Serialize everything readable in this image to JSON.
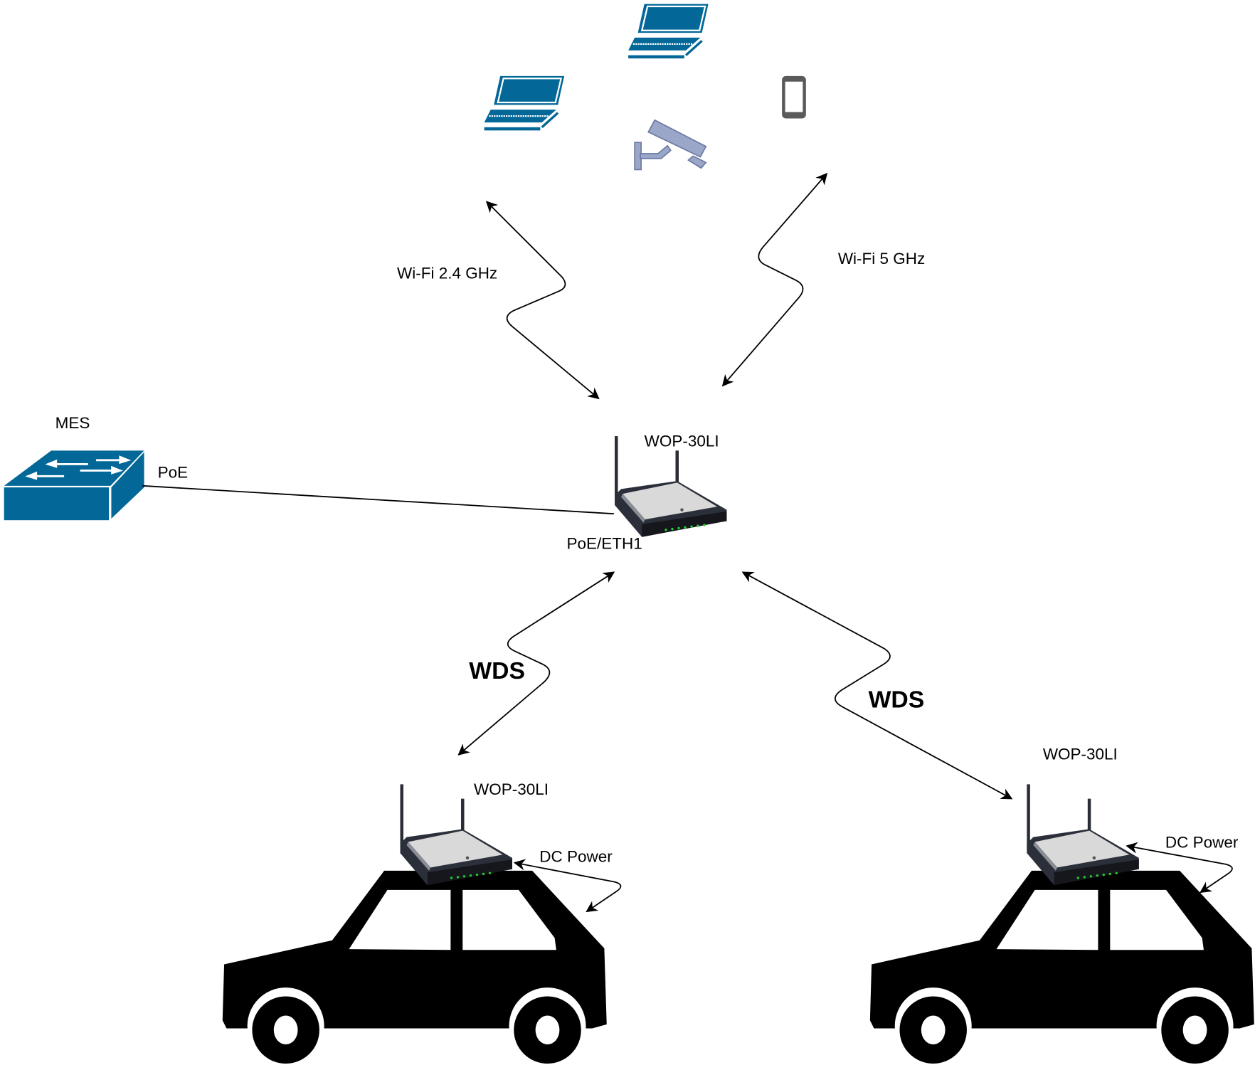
{
  "labels": {
    "wifi24": "Wi-Fi 2.4 GHz",
    "wifi5": "Wi-Fi 5 GHz",
    "switch": "MES",
    "poe": "PoE",
    "poe_eth1": "PoE/ETH1",
    "ap_center": "WOP-30LI",
    "ap_left": "WOP-30LI",
    "ap_right": "WOP-30LI",
    "wds_left": "WDS",
    "wds_right": "WDS",
    "dc_left": "DC Power",
    "dc_right": "DC Power"
  },
  "colors": {
    "device_blue": "#036897",
    "camera": "#9aa7c8",
    "phone": "#5a5a5a",
    "car": "#000000",
    "led": "#22cc33"
  },
  "icons": [
    "laptop-icon",
    "laptop-icon",
    "camera-icon",
    "phone-icon",
    "switch-icon",
    "router-icon",
    "car-icon"
  ]
}
